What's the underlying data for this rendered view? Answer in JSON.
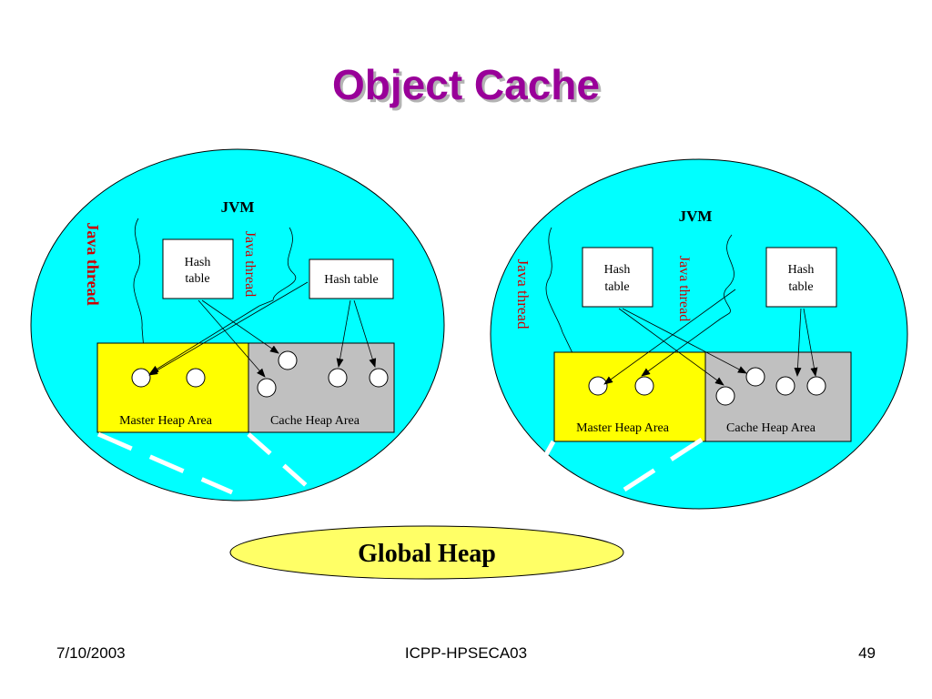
{
  "slide": {
    "title": "Object Cache",
    "footer": {
      "date": "7/10/2003",
      "conference": "ICPP-HPSECA03",
      "page": "49"
    }
  },
  "colors": {
    "jvm_fill": "#00ffff",
    "master_heap_fill": "#ffff00",
    "cache_heap_fill": "#c0c0c0",
    "global_heap_fill": "#ffff66",
    "title_color": "#990099",
    "thread_label_color": "#cc0000"
  },
  "diagram": {
    "left_jvm": {
      "label": "JVM",
      "thread_label_bold": "Java thread",
      "thread_label_inner": "Java thread",
      "hash_table_1": [
        "Hash",
        "table"
      ],
      "hash_table_2": "Hash table",
      "master_heap": "Master Heap Area",
      "cache_heap": "Cache Heap Area"
    },
    "right_jvm": {
      "label": "JVM",
      "thread_label_1": "Java thread",
      "thread_label_2": "Java thread",
      "hash_table_1": [
        "Hash",
        "table"
      ],
      "hash_table_2": [
        "Hash",
        "table"
      ],
      "master_heap": "Master Heap Area",
      "cache_heap": "Cache Heap Area"
    },
    "global_heap": "Global Heap"
  }
}
